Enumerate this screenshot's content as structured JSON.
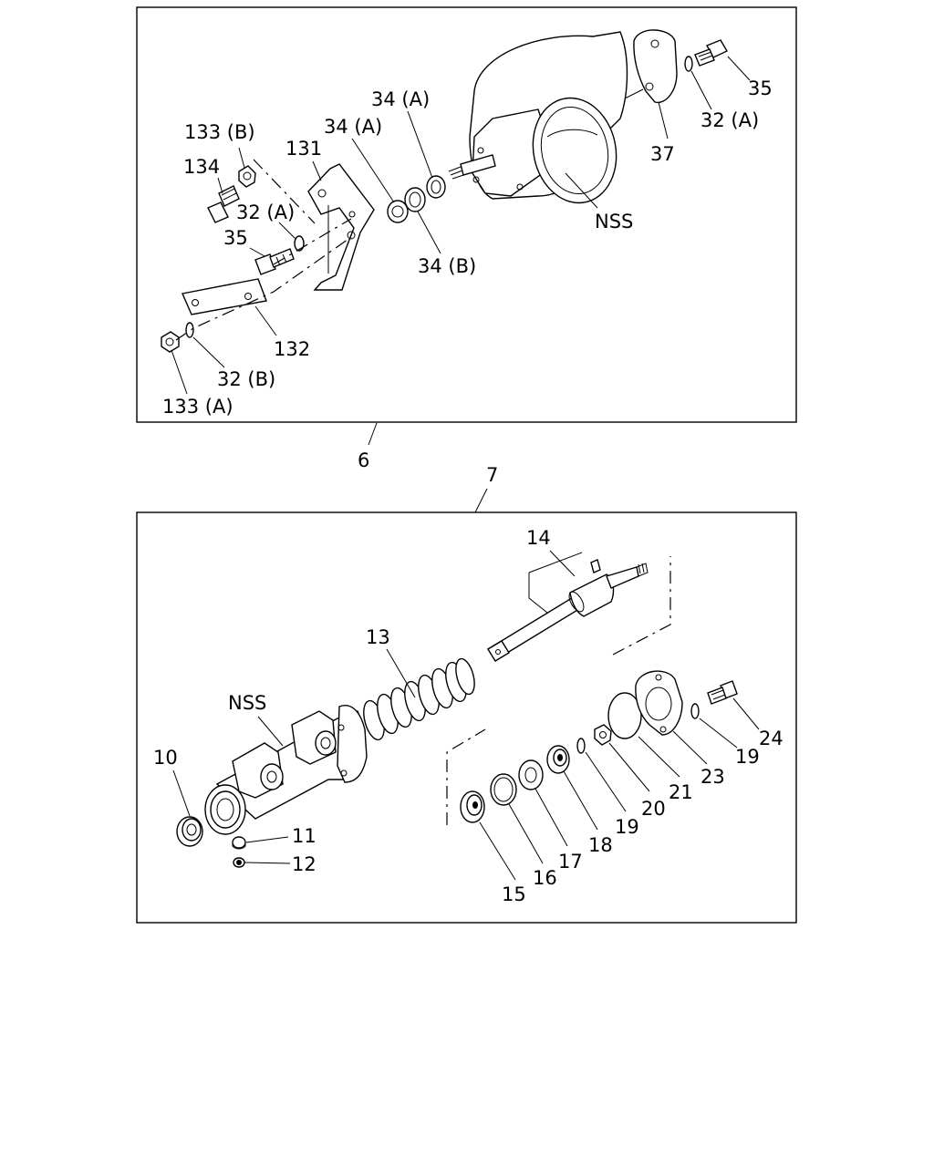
{
  "callouts": {
    "upper_group": "6",
    "lower_group": "7"
  },
  "upper_panel": {
    "labels": {
      "l35_top": "35",
      "l32a_top": "32 (A)",
      "l37": "37",
      "l34a_right": "34 (A)",
      "l34a_left": "34 (A)",
      "l34b": "34 (B)",
      "lNSS": "NSS",
      "l133b": "133 (B)",
      "l131": "131",
      "l134": "134",
      "l32a_mid": "32 (A)",
      "l35_mid": "35",
      "l132": "132",
      "l32b": "32 (B)",
      "l133a": "133 (A)"
    }
  },
  "lower_panel": {
    "labels": {
      "l14": "14",
      "l13": "13",
      "lNSS": "NSS",
      "l10": "10",
      "l11": "11",
      "l12": "12",
      "l24": "24",
      "l19a": "19",
      "l23": "23",
      "l21": "21",
      "l20": "20",
      "l19b": "19",
      "l18": "18",
      "l17": "17",
      "l16": "16",
      "l15": "15"
    }
  }
}
